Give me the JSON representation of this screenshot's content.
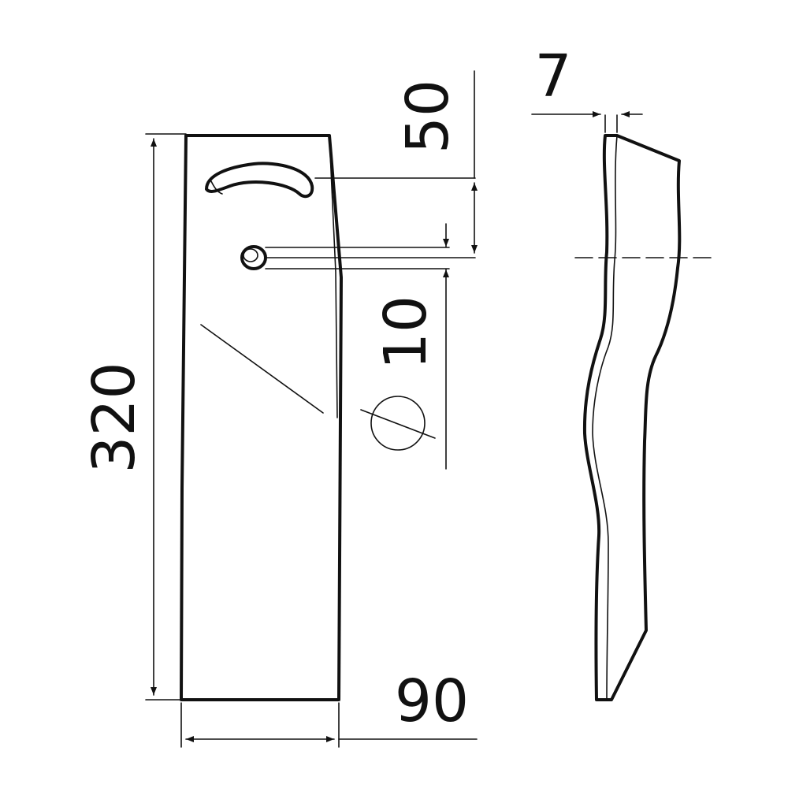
{
  "drawing": {
    "dimensions": {
      "blade_length": "320",
      "blade_width": "90",
      "hole_spacing": "50",
      "hole_diameter": "10",
      "blade_thickness": "7"
    },
    "colors": {
      "ink": "#111111",
      "background": "#ffffff"
    }
  }
}
